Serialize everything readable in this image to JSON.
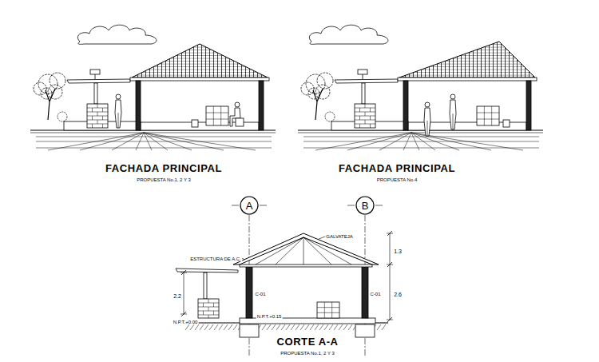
{
  "diagram": {
    "nodes": [
      {
        "text": [
          "A"
        ]
      },
      {
        "text": [
          "B"
        ]
      }
    ],
    "labels": [
      "FACHADA PRINCIPAL",
      "PROPUESTA No.1, 2 Y 3",
      "FACHADA PRINCIPAL",
      "PROPUESTA No.4",
      "ESTRUCTURA DE A.C.",
      "GALVATEJA",
      "1.3",
      "2.6",
      "2.2",
      "C-01",
      "C-01",
      "N.P.T.+0.00",
      "N.P.T.+0.15",
      "CORTE A-A",
      "PROPUESTA No.1, 2 Y 3"
    ]
  }
}
